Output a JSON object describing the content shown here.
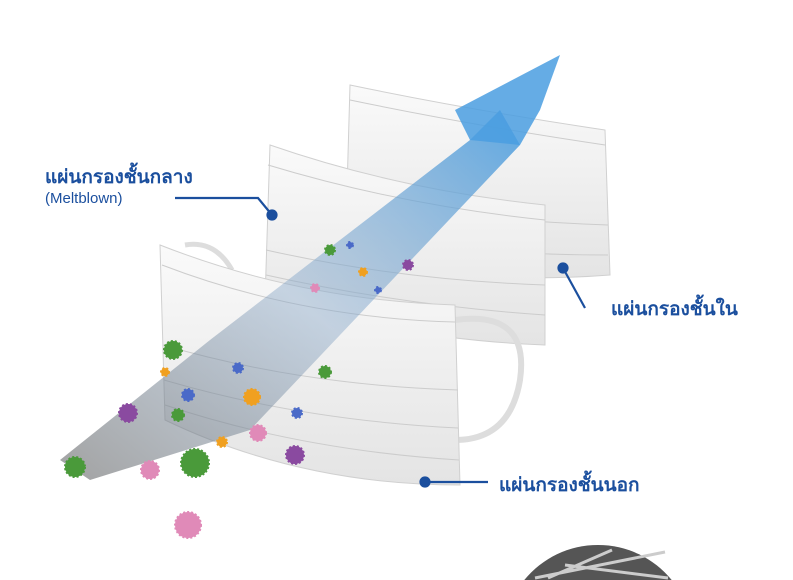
{
  "labels": {
    "middle_layer": "แผ่นกรองชั้นกลาง",
    "middle_layer_sub": "(Meltblown)",
    "inner_layer": "แผ่นกรองชั้นใน",
    "outer_layer": "แผ่นกรองชั้นนอก"
  },
  "colors": {
    "label": "#1b4f9e",
    "arrow": "#4a9ee0"
  }
}
